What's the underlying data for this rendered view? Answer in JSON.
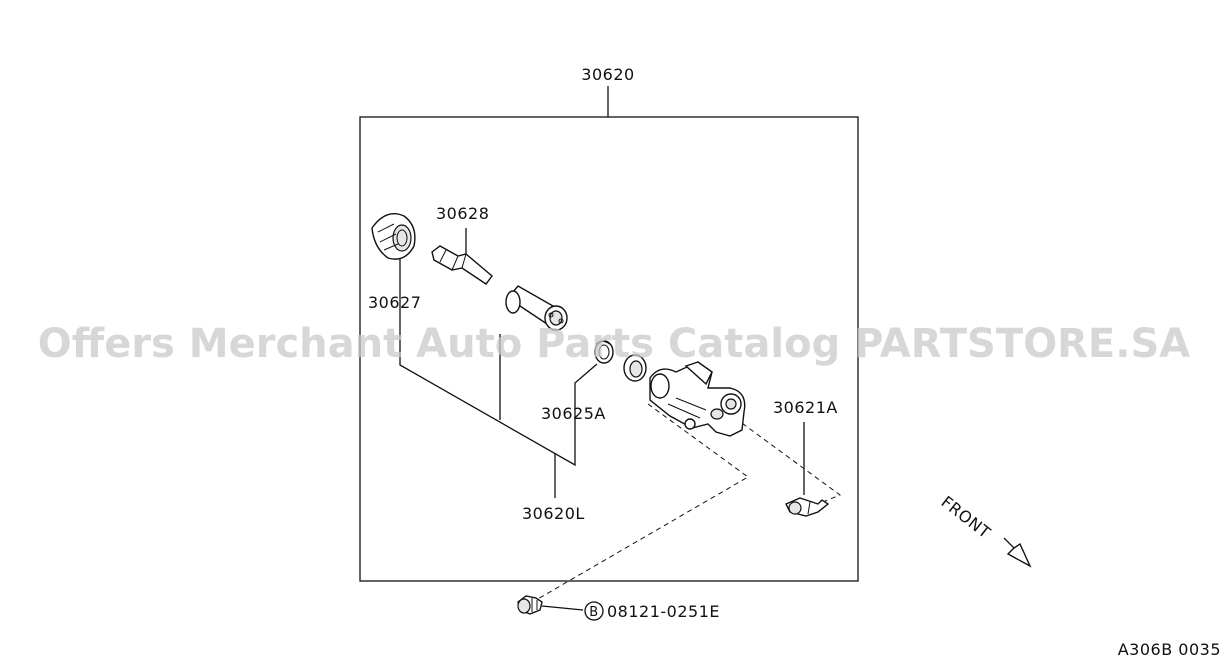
{
  "diagram": {
    "labels": {
      "assembly": "30620",
      "p30628": "30628",
      "p30627": "30627",
      "p30625a": "30625A",
      "p30620l": "30620L",
      "p30621a": "30621A",
      "bolt_prefix": "B",
      "bolt": "08121-0251E",
      "front": "FRONT"
    },
    "diagram_code": "A306B 0035",
    "watermark": "Offers Merchant Auto Parts Catalog PARTSTORE.SA"
  }
}
